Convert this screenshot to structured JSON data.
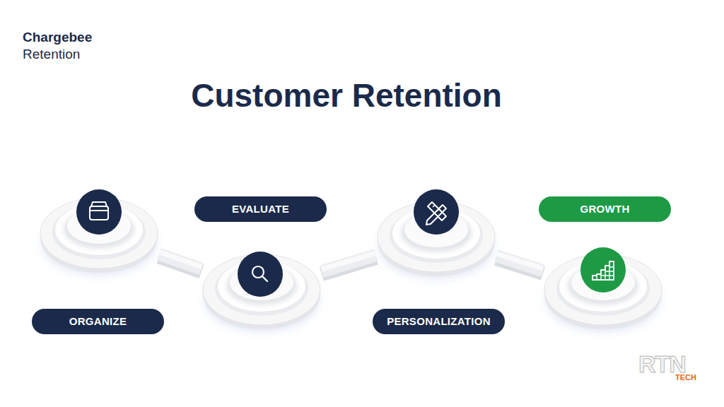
{
  "diagram": {
    "title": "Customer Retention",
    "nodes": [
      {
        "text": [
          "ORGANIZE"
        ]
      },
      {
        "text": [
          "EVALUATE"
        ]
      },
      {
        "text": [
          "PERSONALIZATION"
        ]
      },
      {
        "text": [
          "GROWTH"
        ]
      }
    ],
    "edges": [
      {
        "from": 0,
        "to": 1,
        "arrow": "none"
      },
      {
        "from": 1,
        "to": 2,
        "arrow": "none"
      },
      {
        "from": 2,
        "to": 3,
        "arrow": "none"
      }
    ],
    "labels": [
      "Chargebee",
      "Retention",
      "RTN",
      "TECH"
    ]
  }
}
